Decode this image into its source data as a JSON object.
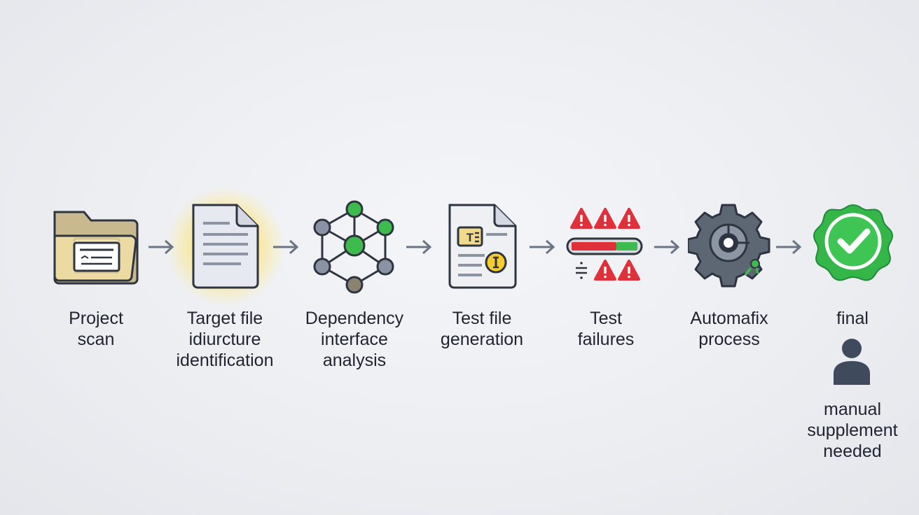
{
  "steps": [
    {
      "id": "project-scan",
      "icon": "folder-icon",
      "lines": [
        "Project",
        "scan"
      ]
    },
    {
      "id": "target-file",
      "icon": "document-icon",
      "lines": [
        "Target file",
        "idiurcture",
        "identification"
      ],
      "highlight_color": "#ffd84d"
    },
    {
      "id": "dependency-analysis",
      "icon": "network-graph-icon",
      "lines": [
        "Dependency",
        "interface",
        "analysis"
      ]
    },
    {
      "id": "test-file-generation",
      "icon": "test-document-icon",
      "lines": [
        "Test file",
        "generation"
      ]
    },
    {
      "id": "test-failures",
      "icon": "warning-progress-icon",
      "lines": [
        "Test",
        "failures"
      ]
    },
    {
      "id": "automafix-process",
      "icon": "gear-icon",
      "lines": [
        "Automafix",
        "process"
      ]
    },
    {
      "id": "final",
      "icon": "check-badge-icon",
      "lines": [
        "final"
      ]
    }
  ],
  "manual": {
    "icon": "person-icon",
    "lines": [
      "manual",
      "supplement",
      "needed"
    ]
  },
  "colors": {
    "accent_green": "#2fb84a",
    "warning_red": "#e0303a",
    "gear_gray": "#5d6673",
    "line_dark": "#2e3440"
  }
}
